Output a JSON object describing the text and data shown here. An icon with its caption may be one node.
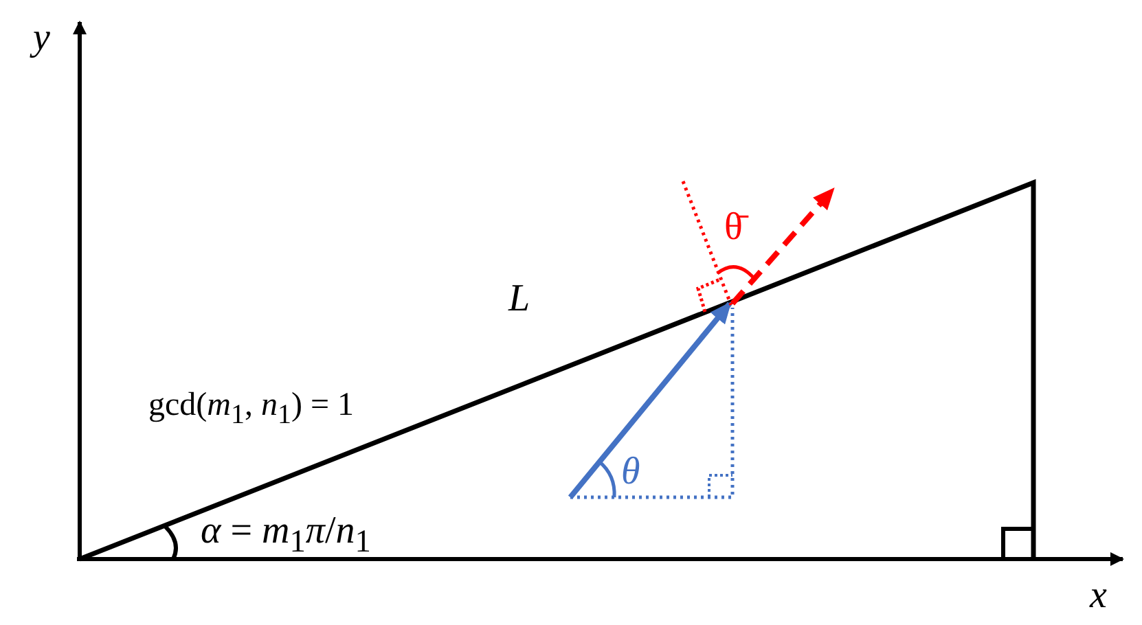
{
  "diagram": {
    "labels": [
      "*y*",
      "θ̄",
      "*L*",
      "gcd(*m*$_{1}$, *n*$_{1}$) = 1",
      "*θ*",
      "*α* = *m*$_{1}$*π*/*n*$_{1}$",
      "*x*"
    ]
  }
}
